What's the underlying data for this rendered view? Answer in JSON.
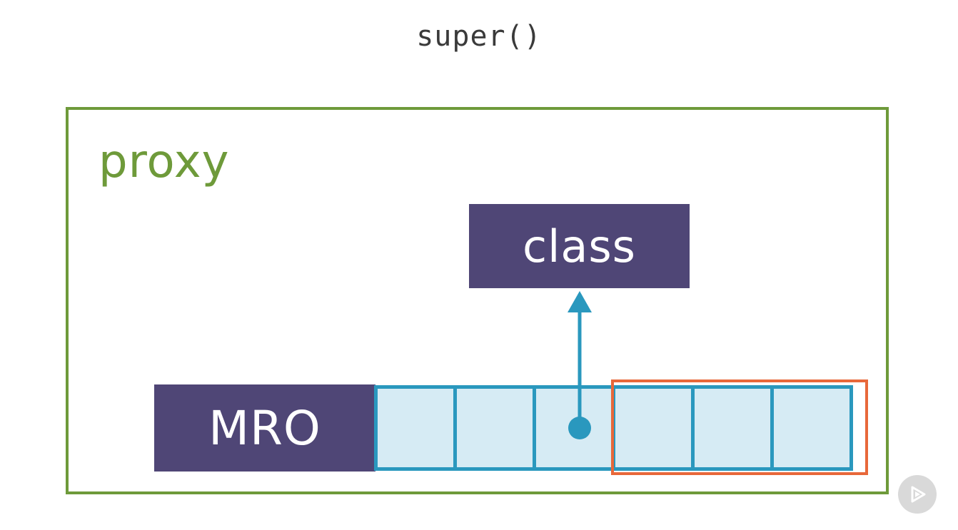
{
  "title": "super()",
  "proxy": {
    "label": "proxy"
  },
  "class_box": {
    "label": "class"
  },
  "mro": {
    "label": "MRO",
    "cell_count": 6,
    "pointer_cell_index": 2,
    "highlighted_cells": [
      3,
      4,
      5
    ]
  },
  "colors": {
    "proxy_border": "#6e9a3a",
    "box_fill": "#4f4676",
    "cell_border": "#2a98be",
    "cell_fill": "#d6ebf4",
    "highlight_border": "#e8683a"
  },
  "icons": {
    "corner_badge": "play-icon"
  }
}
